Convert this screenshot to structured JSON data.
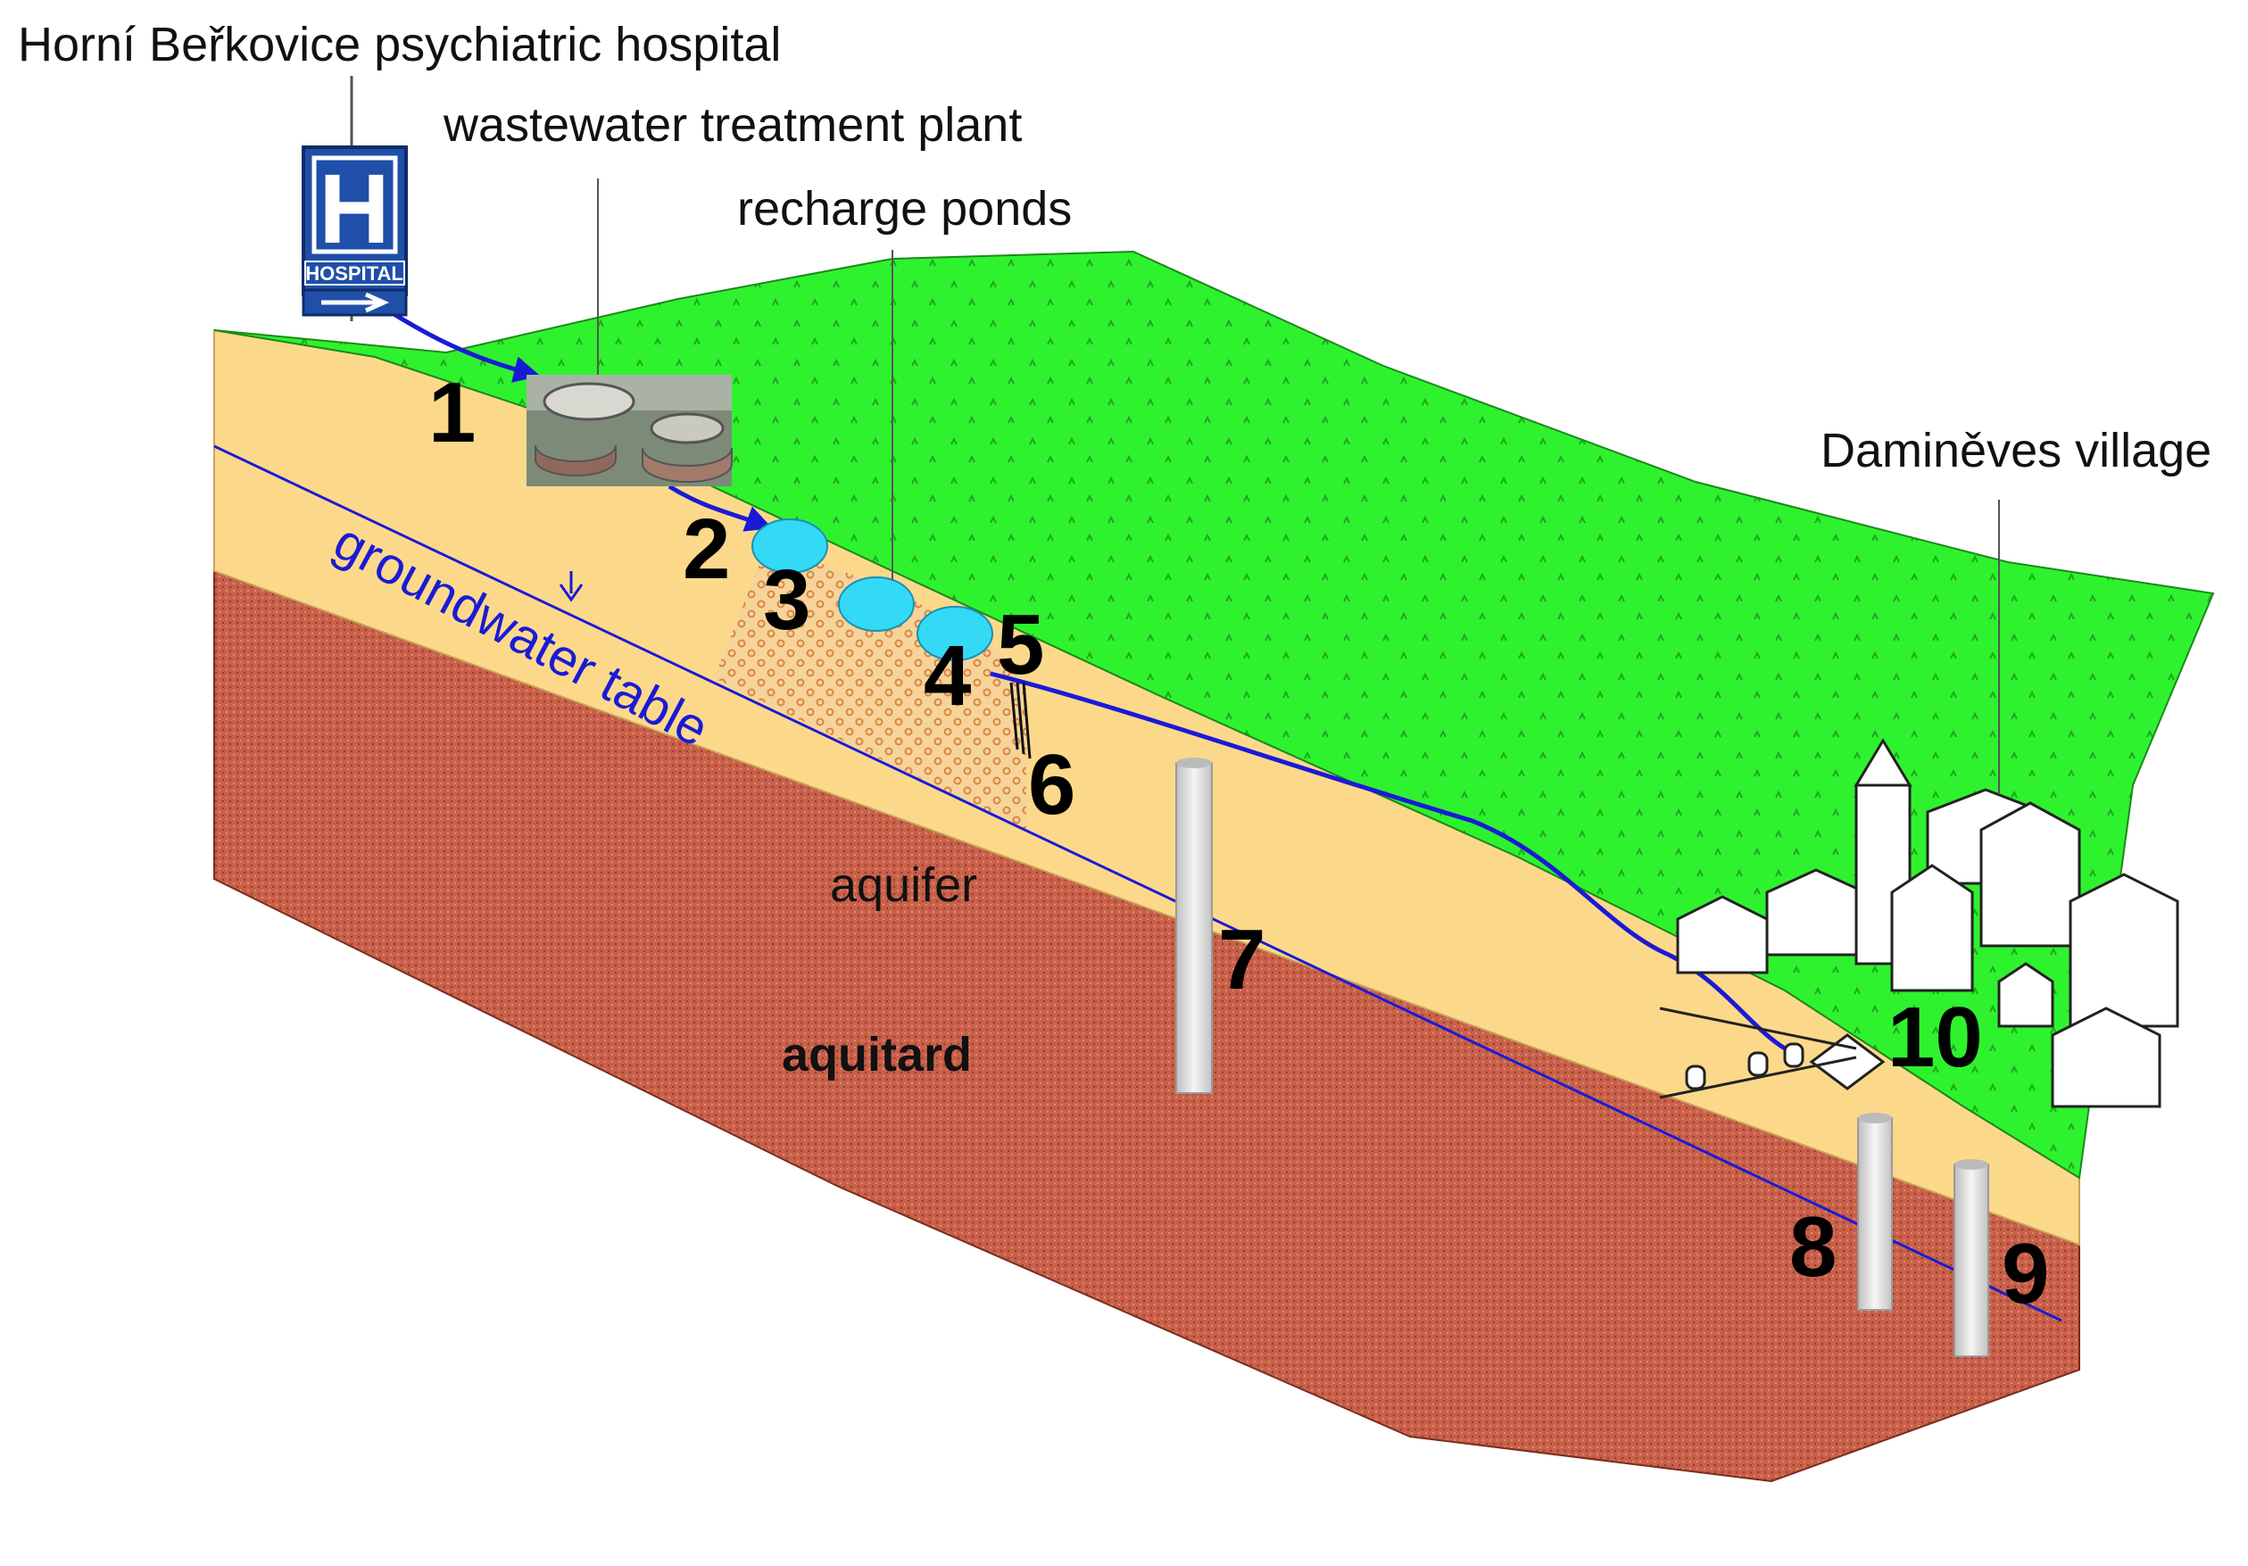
{
  "labels": {
    "hospital": "Horní Beřkovice psychiatric hospital",
    "wwtp": "wastewater treatment plant",
    "ponds": "recharge ponds",
    "village": "Daminěves village",
    "groundwater": "groundwater table",
    "aquifer": "aquifer",
    "aquitard": "aquitard"
  },
  "sign": {
    "letter": "H",
    "text": "HOSPITAL"
  },
  "numbers": [
    "1",
    "2",
    "3",
    "4",
    "5",
    "6",
    "7",
    "8",
    "9",
    "10"
  ],
  "colors": {
    "grass": "#2ff22f",
    "sand": "#fcd98a",
    "clay": "#c8604a",
    "water": "#1a1ad6",
    "pond": "#33d9f5",
    "well": "#e4e4e4",
    "sign_blue": "#1f4fa8"
  }
}
